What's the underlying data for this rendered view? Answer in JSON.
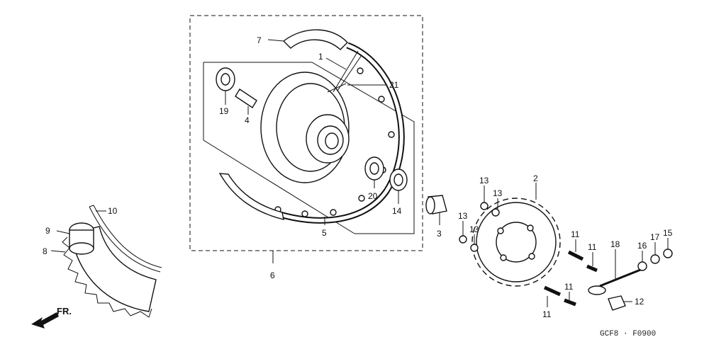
{
  "diagram": {
    "code": "GCF8 · F0900",
    "direction_label": "FR.",
    "callouts": [
      {
        "id": "c7",
        "text": "7"
      },
      {
        "id": "c1",
        "text": "1"
      },
      {
        "id": "c21",
        "text": "21"
      },
      {
        "id": "c19",
        "text": "19"
      },
      {
        "id": "c4",
        "text": "4"
      },
      {
        "id": "c20",
        "text": "20"
      },
      {
        "id": "c14",
        "text": "14"
      },
      {
        "id": "c5",
        "text": "5"
      },
      {
        "id": "c6",
        "text": "6"
      },
      {
        "id": "c3",
        "text": "3"
      },
      {
        "id": "c10",
        "text": "10"
      },
      {
        "id": "c9",
        "text": "9"
      },
      {
        "id": "c8",
        "text": "8"
      },
      {
        "id": "c2",
        "text": "2"
      },
      {
        "id": "c13a",
        "text": "13"
      },
      {
        "id": "c13b",
        "text": "13"
      },
      {
        "id": "c13c",
        "text": "13"
      },
      {
        "id": "c13d",
        "text": "13"
      },
      {
        "id": "c11a",
        "text": "11"
      },
      {
        "id": "c11b",
        "text": "11"
      },
      {
        "id": "c11c",
        "text": "11"
      },
      {
        "id": "c11d",
        "text": "11"
      },
      {
        "id": "c18",
        "text": "18"
      },
      {
        "id": "c16",
        "text": "16"
      },
      {
        "id": "c17",
        "text": "17"
      },
      {
        "id": "c15",
        "text": "15"
      },
      {
        "id": "c12",
        "text": "12"
      }
    ]
  }
}
